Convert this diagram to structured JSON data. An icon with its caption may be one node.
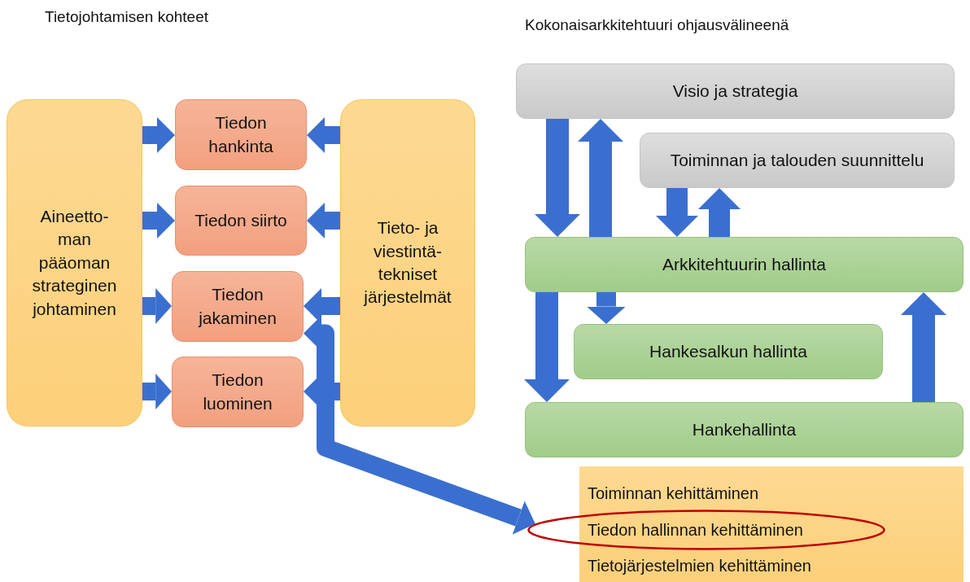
{
  "diagram": {
    "nodes": [
      {
        "text": [
          "Aineetto- man pääoman strateginen johtaminen"
        ]
      },
      {
        "text": [
          "Tiedon hankinta"
        ]
      },
      {
        "text": [
          "Tiedon siirto"
        ]
      },
      {
        "text": [
          "Tiedon jakaminen"
        ]
      },
      {
        "text": [
          "Tiedon luominen"
        ]
      },
      {
        "text": [
          "Tieto- ja viestintä- tekniset järjestelmät"
        ]
      },
      {
        "text": [
          "Visio ja strategia"
        ]
      },
      {
        "text": [
          "Toiminnan ja talouden suunnittelu"
        ]
      },
      {
        "text": [
          "Arkkitehtuurin hallinta"
        ]
      },
      {
        "text": [
          "Hankesalkun hallinta"
        ]
      },
      {
        "text": [
          "Hankehallinta"
        ]
      },
      {
        "text": [
          "Toiminnan kehittäminen",
          "Tietojärjestelmien kehittäminen"
        ]
      },
      {
        "text": [
          "Tiedon hallinnan kehittäminen"
        ]
      }
    ],
    "edges": [
      {
        "from": 0,
        "to": 1,
        "arrow": "to"
      },
      {
        "from": 0,
        "to": 2,
        "arrow": "to"
      },
      {
        "from": 0,
        "to": 3,
        "arrow": "to"
      },
      {
        "from": 0,
        "to": 4,
        "arrow": "to"
      },
      {
        "from": 5,
        "to": 1,
        "arrow": "to"
      },
      {
        "from": 5,
        "to": 2,
        "arrow": "to"
      },
      {
        "from": 5,
        "to": 3,
        "arrow": "to"
      },
      {
        "from": 5,
        "to": 4,
        "arrow": "to"
      },
      {
        "from": 3,
        "to": 12,
        "arrow": "both"
      },
      {
        "from": 6,
        "to": 8,
        "arrow": "to"
      },
      {
        "from": 8,
        "to": 6,
        "arrow": "to"
      },
      {
        "from": 7,
        "to": 8,
        "arrow": "to"
      },
      {
        "from": 8,
        "to": 7,
        "arrow": "to"
      },
      {
        "from": 8,
        "to": 9,
        "arrow": "to"
      },
      {
        "from": 8,
        "to": 10,
        "arrow": "to"
      },
      {
        "from": 10,
        "to": 8,
        "arrow": "to"
      }
    ],
    "labels": [
      "Tietojohtamisen kohteet",
      "Kokonaisarkkitehtuuri ohjausvälineenä"
    ]
  }
}
